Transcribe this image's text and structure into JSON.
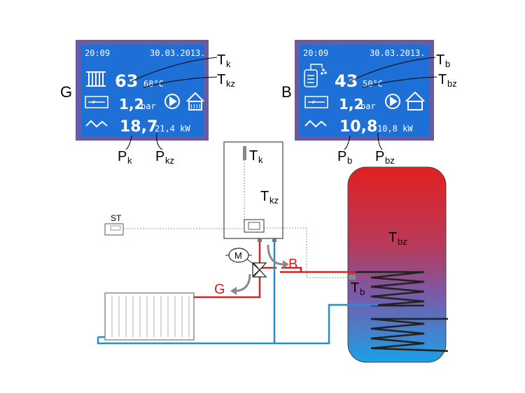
{
  "panel_g": {
    "letter": "G",
    "time": "20:09",
    "date": "30.03.2013.",
    "temp_main": "63",
    "temp_set": "68°C",
    "pressure_value": "1,2",
    "pressure_unit": "bar",
    "power_main": "18,7",
    "power_set": "21,4 kW"
  },
  "panel_b": {
    "letter": "B",
    "time": "20:09",
    "date": "30.03.2013.",
    "temp_main": "43",
    "temp_set": "50°C",
    "pressure_value": "1,2",
    "pressure_unit": "bar",
    "power_main": "10,8",
    "power_set": "10,8 kW"
  },
  "labels": {
    "t": "T",
    "p": "P",
    "sub_k": "k",
    "sub_kz": "kz",
    "sub_b": "b",
    "sub_bz": "bz",
    "st": "ST",
    "motor": "M",
    "flow_b": "B",
    "flow_g": "G"
  },
  "colors": {
    "lcd_frame": "#6a5aa0",
    "lcd_screen": "#1e6fd6",
    "hot_pipe": "#d32020",
    "cold_pipe": "#1f8fd6",
    "flow_arrow": "#8a8a8a"
  }
}
